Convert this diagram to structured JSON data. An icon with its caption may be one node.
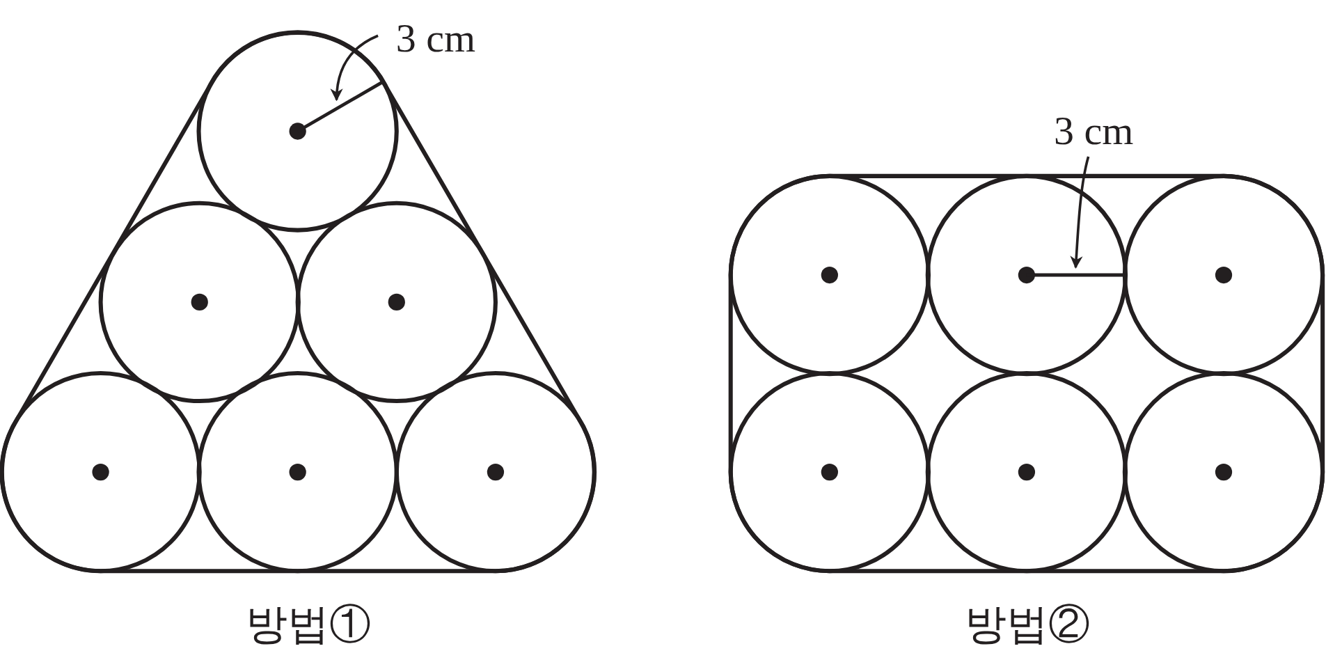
{
  "diagram": {
    "labels": [
      "3 cm",
      "3 cm",
      "방법①",
      "방법②"
    ]
  }
}
